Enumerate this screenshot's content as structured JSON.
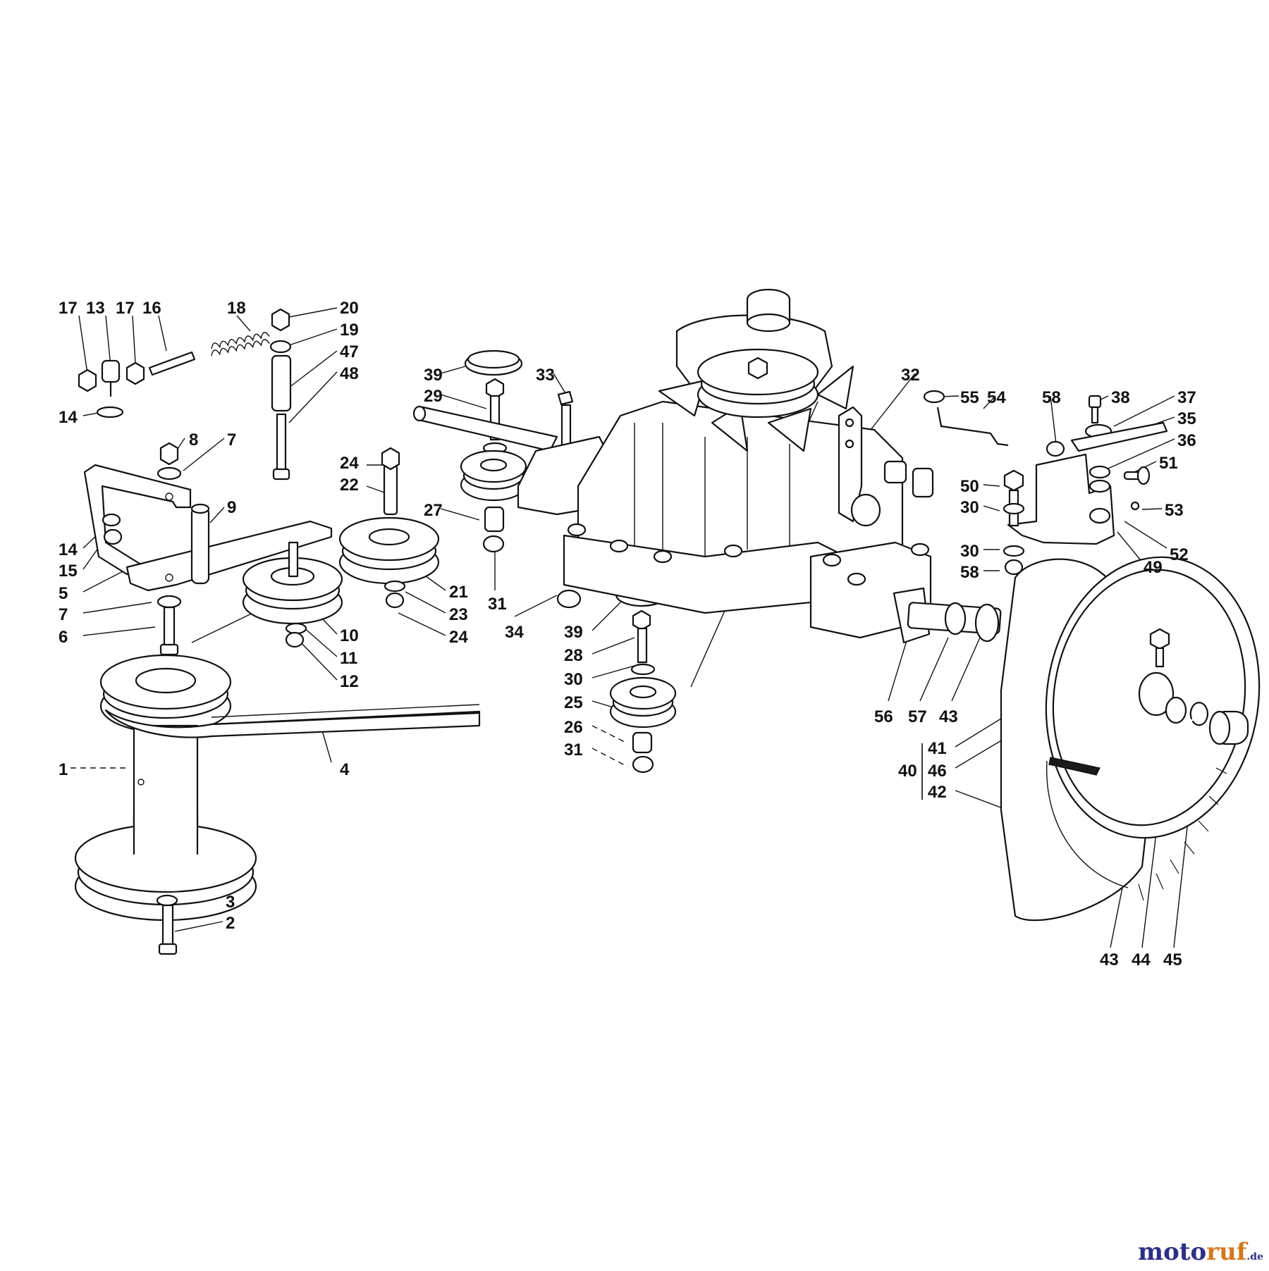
{
  "diagram": {
    "labels": {
      "l1": "1",
      "l2": "2",
      "l3": "3",
      "l4": "4",
      "l5": "5",
      "l6": "6",
      "l7a": "7",
      "l7b": "7",
      "l8": "8",
      "l9": "9",
      "l10": "10",
      "l11": "11",
      "l12": "12",
      "l13": "13",
      "l14a": "14",
      "l14b": "14",
      "l15": "15",
      "l16": "16",
      "l17a": "17",
      "l17b": "17",
      "l18": "18",
      "l19": "19",
      "l20": "20",
      "l21": "21",
      "l22": "22",
      "l23": "23",
      "l24a": "24",
      "l24b": "24",
      "l25": "25",
      "l26": "26",
      "l27": "27",
      "l28": "28",
      "l29": "29",
      "l30a": "30",
      "l30b": "30",
      "l30c": "30",
      "l31a": "31",
      "l31b": "31",
      "l32": "32",
      "l33": "33",
      "l34": "34",
      "l35": "35",
      "l36": "36",
      "l37": "37",
      "l38": "38",
      "l39a": "39",
      "l39b": "39",
      "l40": "40",
      "l41": "41",
      "l42": "42",
      "l43a": "43",
      "l43b": "43",
      "l44": "44",
      "l45": "45",
      "l46": "46",
      "l47": "47",
      "l48": "48",
      "l49": "49",
      "l50": "50",
      "l51": "51",
      "l52": "52",
      "l53": "53",
      "l54": "54",
      "l55": "55",
      "l56": "56",
      "l57": "57",
      "l58a": "58",
      "l58b": "58"
    }
  },
  "watermark": {
    "part_a": "moto",
    "part_b": "ruf",
    "part_c": ".de"
  }
}
